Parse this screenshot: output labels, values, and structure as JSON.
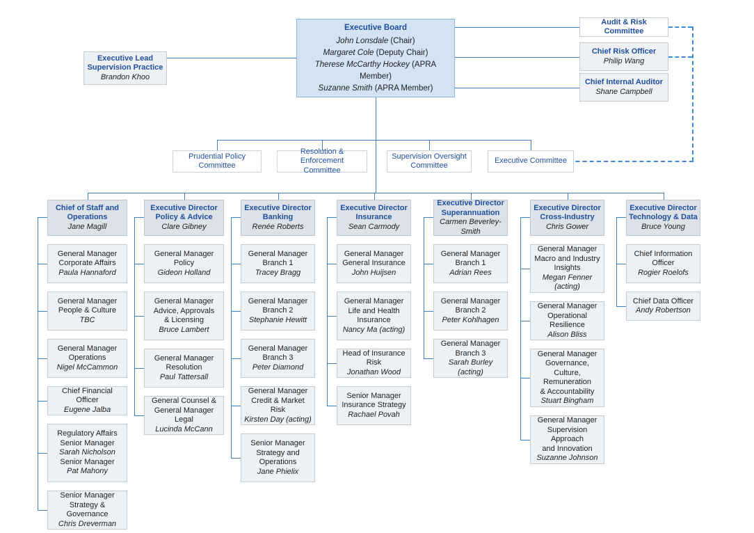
{
  "board": {
    "title": "Executive Board",
    "members": [
      {
        "name": "John Lonsdale",
        "role": " (Chair)"
      },
      {
        "name": "Margaret Cole",
        "role": " (Deputy Chair)"
      },
      {
        "name": "Therese McCarthy Hockey",
        "role": " (APRA Member)"
      },
      {
        "name": "Suzanne Smith",
        "role": " (APRA Member)"
      }
    ]
  },
  "left_box": {
    "title_line1": "Executive Lead",
    "title_line2": "Supervision Practice",
    "person": "Brandon Khoo"
  },
  "right_boxes": [
    {
      "title": "Audit & Risk Committee",
      "person": ""
    },
    {
      "title": "Chief Risk Officer",
      "person": "Philip Wang"
    },
    {
      "title": "Chief Internal Auditor",
      "person": "Shane Campbell"
    }
  ],
  "committees": [
    {
      "line1": "Prudential Policy",
      "line2": "Committee"
    },
    {
      "line1": "Resolution & Enforcement",
      "line2": "Committee"
    },
    {
      "line1": "Supervision Oversight",
      "line2": "Committee"
    },
    {
      "line1": "Executive Committee",
      "line2": ""
    }
  ],
  "columns": [
    {
      "head": {
        "title_lines": [
          "Chief of Staff and",
          "Operations"
        ],
        "person": "Jane Magill"
      },
      "items": [
        {
          "lines": [
            "General Manager",
            "Corporate Affairs"
          ],
          "person": "Paula Hannaford"
        },
        {
          "lines": [
            "General Manager",
            "People & Culture"
          ],
          "person": "TBC"
        },
        {
          "lines": [
            "General Manager",
            "Operations"
          ],
          "person": "Nigel McCammon"
        },
        {
          "lines": [
            "Chief Financial Officer"
          ],
          "person": "Eugene Jalba"
        },
        {
          "lines": [
            "Regulatory Affairs",
            "Senior Manager"
          ],
          "person": "Sarah Nicholson",
          "lines2": [
            "Senior Manager"
          ],
          "person2": "Pat Mahony"
        },
        {
          "lines": [
            "Senior Manager",
            "Strategy & Governance"
          ],
          "person": "Chris Dreverman"
        }
      ]
    },
    {
      "head": {
        "title_lines": [
          "Executive Director",
          "Policy & Advice"
        ],
        "person": "Clare Gibney"
      },
      "items": [
        {
          "lines": [
            "General Manager",
            "Policy"
          ],
          "person": "Gideon Holland"
        },
        {
          "lines": [
            "General Manager",
            "Advice, Approvals",
            "& Licensing"
          ],
          "person": "Bruce Lambert"
        },
        {
          "lines": [
            "General Manager",
            "Resolution"
          ],
          "person": "Paul Tattersall"
        },
        {
          "lines": [
            "General Counsel &",
            "General Manager Legal"
          ],
          "person": "Lucinda McCann"
        }
      ]
    },
    {
      "head": {
        "title_lines": [
          "Executive Director",
          "Banking"
        ],
        "person": "Renée Roberts"
      },
      "items": [
        {
          "lines": [
            "General Manager",
            "Branch 1"
          ],
          "person": "Tracey Bragg"
        },
        {
          "lines": [
            "General Manager",
            "Branch 2"
          ],
          "person": "Stephanie Hewitt"
        },
        {
          "lines": [
            "General Manager",
            "Branch 3"
          ],
          "person": "Peter Diamond"
        },
        {
          "lines": [
            "General Manager",
            "Credit & Market Risk"
          ],
          "person": "Kirsten Day (acting)"
        },
        {
          "lines": [
            "Senior Manager",
            "Strategy and",
            "Operations"
          ],
          "person": "Jane Phielix"
        }
      ]
    },
    {
      "head": {
        "title_lines": [
          "Executive Director",
          "Insurance"
        ],
        "person": "Sean Carmody"
      },
      "items": [
        {
          "lines": [
            "General Manager",
            "General Insurance"
          ],
          "person": "John Huijsen"
        },
        {
          "lines": [
            "General Manager",
            "Life and Health",
            "Insurance"
          ],
          "person": "Nancy Ma (acting)"
        },
        {
          "lines": [
            "Head of Insurance Risk"
          ],
          "person": "Jonathan Wood"
        },
        {
          "lines": [
            "Senior Manager",
            "Insurance Strategy"
          ],
          "person": "Rachael Povah"
        }
      ]
    },
    {
      "head": {
        "title_lines": [
          "Executive Director",
          "Superannuation"
        ],
        "person": "Carmen Beverley-Smith"
      },
      "items": [
        {
          "lines": [
            "General Manager",
            "Branch 1"
          ],
          "person": "Adrian Rees"
        },
        {
          "lines": [
            "General Manager",
            "Branch 2"
          ],
          "person": "Peter Kohlhagen"
        },
        {
          "lines": [
            "General Manager",
            "Branch 3"
          ],
          "person": "Sarah Burley (acting)"
        }
      ]
    },
    {
      "head": {
        "title_lines": [
          "Executive Director",
          "Cross-Industry"
        ],
        "person": "Chris Gower"
      },
      "items": [
        {
          "lines": [
            "General Manager",
            "Macro and Industry",
            "Insights"
          ],
          "person": "Megan Fenner (acting)"
        },
        {
          "lines": [
            "General Manager",
            "Operational Resilience"
          ],
          "person": "Alison Bliss"
        },
        {
          "lines": [
            "General Manager",
            "Governance, Culture,",
            "Remuneration",
            "& Accountability"
          ],
          "person": "Stuart Bingham"
        },
        {
          "lines": [
            "General Manager",
            "Supervision Approach",
            "and Innovation"
          ],
          "person": "Suzanne Johnson"
        }
      ]
    },
    {
      "head": {
        "title_lines": [
          "Executive Director",
          "Technology & Data"
        ],
        "person": "Bruce Young"
      },
      "items": [
        {
          "lines": [
            "Chief Information",
            "Officer"
          ],
          "person": "Rogier Roelofs"
        },
        {
          "lines": [
            "Chief Data Officer"
          ],
          "person": "Andy Robertson"
        }
      ]
    }
  ],
  "colors": {
    "accent": "#1f4e9c",
    "line": "#3b7fc4",
    "dashed": "#3b8ad9",
    "board_fill": "#d3e3f3",
    "head_fill": "#dce2e8",
    "box_fill": "#eef1f4"
  }
}
